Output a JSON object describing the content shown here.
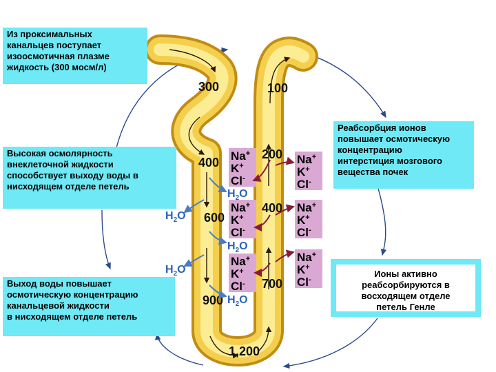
{
  "boxes": {
    "proximal": "Из проксимальных\nканальцев поступает\nизоосмотичная плазме\nжидкость (300 мосм/л)",
    "high_osmolarity": "Высокая осмолярность\nвнеклеточной жидкости\nспособствует выходу воды в\nнисходящем отделе петель",
    "water_exit": "Выход воды повышает\nосмотическую концентрацию\nканальцевой жидкости\nв  нисходящем отделе петель",
    "ion_reabsorption": "Реабсорбция ионов\nповышает осмотическую\nконцентрацию\nинтерстиция мозгового\nвещества почек",
    "active_ions": "Ионы активно\nреабсорбируются в\nвосходящем отделе\nпетель Генле"
  },
  "osmolarity": {
    "d300": "300",
    "d400": "400",
    "d600": "600",
    "d900": "900",
    "bottom": "1,200",
    "a100": "100",
    "a200": "200",
    "a400": "400",
    "a700": "700"
  },
  "ions": {
    "na": "Na",
    "k": "K",
    "cl": "Cl",
    "plus": "+",
    "minus": "-"
  },
  "water": {
    "h": "H",
    "sub": "2",
    "o": "O"
  },
  "colors": {
    "box": "#6fe9f5",
    "tubule_dark": "#d7a21c",
    "tubule_light": "#fbe77e",
    "ion_box": "#d9a8d3",
    "ion_arrow": "#8b1a3a",
    "water_arrow": "#4a7cc4",
    "water_text": "#2d63b7",
    "cycle_line": "#2d4a8a"
  }
}
